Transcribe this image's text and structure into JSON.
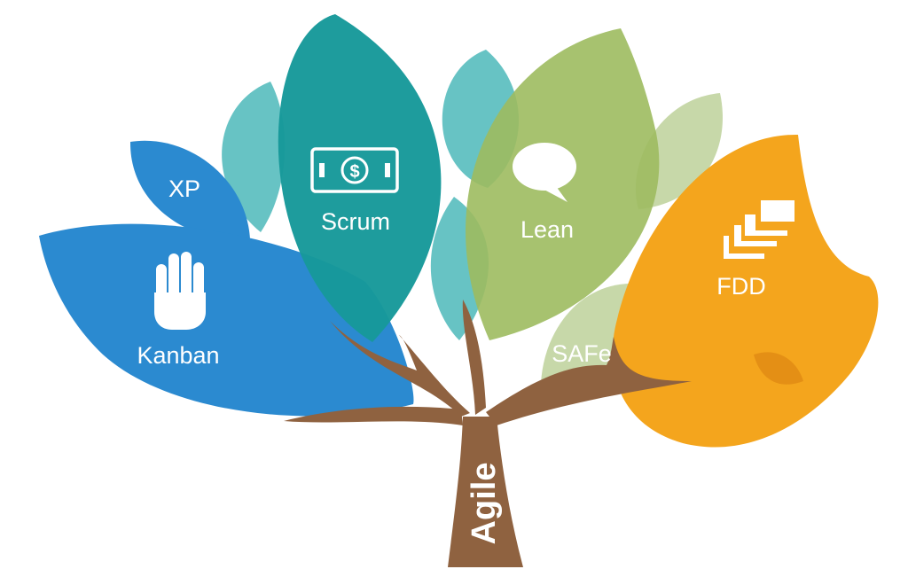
{
  "diagram": {
    "trunk": {
      "label": "Agile",
      "color": "#8f6240"
    },
    "leaves": {
      "xp": {
        "label": "XP",
        "color": "#2b8ad0"
      },
      "kanban": {
        "label": "Kanban",
        "color": "#2b8ad0",
        "icon": "raised-hand-icon"
      },
      "scrum": {
        "label": "Scrum",
        "color": "#17999a",
        "icon": "dollar-bill-icon"
      },
      "lean": {
        "label": "Lean",
        "color": "#9dbb5f",
        "icon": "speech-bubble-icon"
      },
      "fdd": {
        "label": "FDD",
        "color": "#f4a51d",
        "icon": "stacked-cards-icon"
      },
      "safe": {
        "label": "SAFe",
        "color": "#c7d8a9"
      }
    },
    "accent_colors": {
      "teal_light": "#5fc0c1",
      "green_light": "#c7d8a9"
    }
  }
}
